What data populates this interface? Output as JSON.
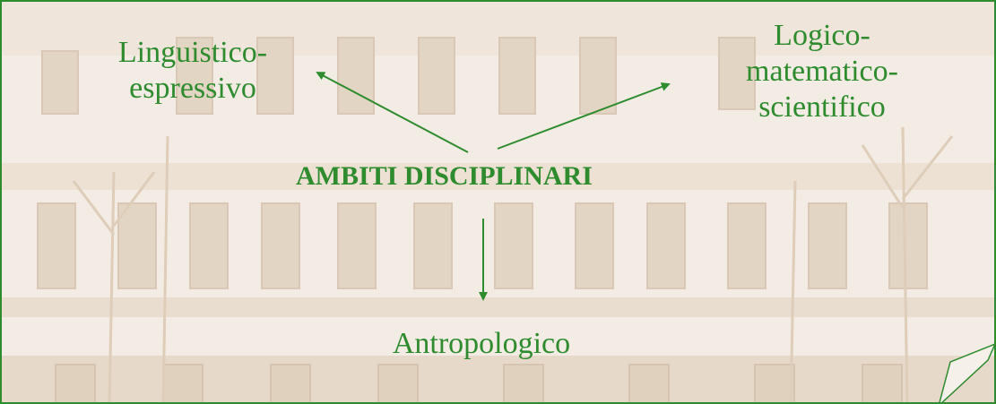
{
  "diagram": {
    "center": "AMBITI DISCIPLINARI",
    "top_left_line1": "Linguistico-",
    "top_left_line2": "espressivo",
    "top_right_line1": "Logico-",
    "top_right_line2": "matematico-",
    "top_right_line3": "scientifico",
    "bottom": "Antropologico"
  },
  "colors": {
    "accent": "#2e8b2e",
    "background": "#f3ece4"
  }
}
